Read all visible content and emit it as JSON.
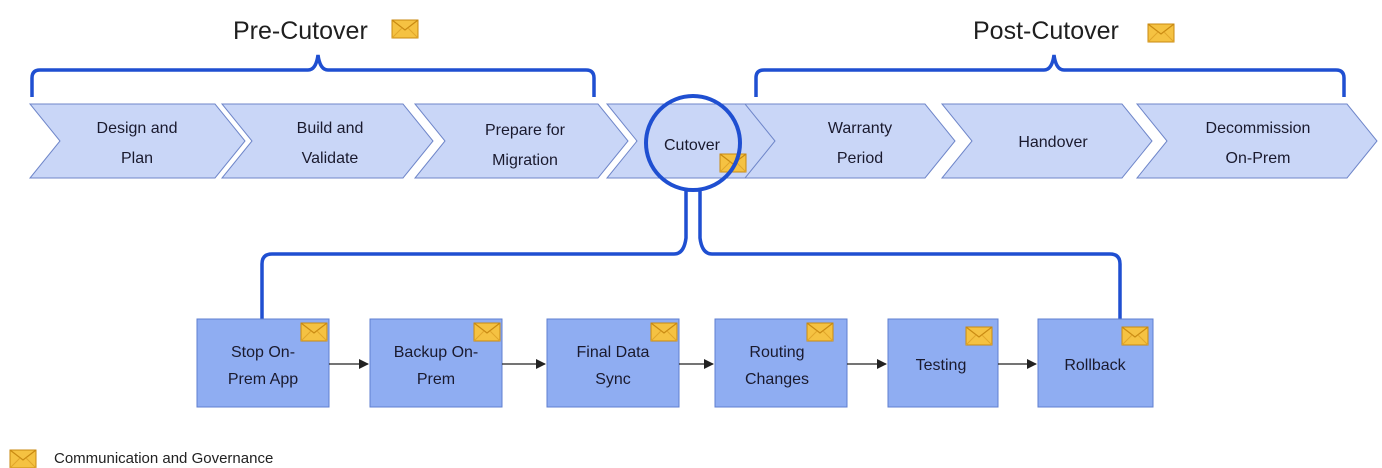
{
  "headers": {
    "pre": "Pre-Cutover",
    "post": "Post-Cutover"
  },
  "phases": [
    {
      "line1": "Design and",
      "line2": "Plan"
    },
    {
      "line1": "Build and",
      "line2": "Validate"
    },
    {
      "line1": "Prepare for",
      "line2": "Migration"
    },
    {
      "line1": "Cutover",
      "line2": ""
    },
    {
      "line1": "Warranty",
      "line2": "Period"
    },
    {
      "line1": "Handover",
      "line2": ""
    },
    {
      "line1": "Decommission",
      "line2": "On-Prem"
    }
  ],
  "steps": [
    {
      "line1": "Stop On-",
      "line2": "Prem App"
    },
    {
      "line1": "Backup On-",
      "line2": "Prem"
    },
    {
      "line1": "Final Data",
      "line2": "Sync"
    },
    {
      "line1": "Routing",
      "line2": "Changes"
    },
    {
      "line1": "Testing",
      "line2": ""
    },
    {
      "line1": "Rollback",
      "line2": ""
    }
  ],
  "legend": {
    "label": "Communication and Governance",
    "icon": "envelope-icon"
  },
  "colors": {
    "chevron_fill": "#c9d6f7",
    "chevron_stroke": "#6f86c9",
    "step_fill": "#8fadf2",
    "step_stroke": "#5f7fd0",
    "bracket": "#1f4fd1",
    "envelope_fill": "#f5c242",
    "envelope_stroke": "#c98a12"
  }
}
